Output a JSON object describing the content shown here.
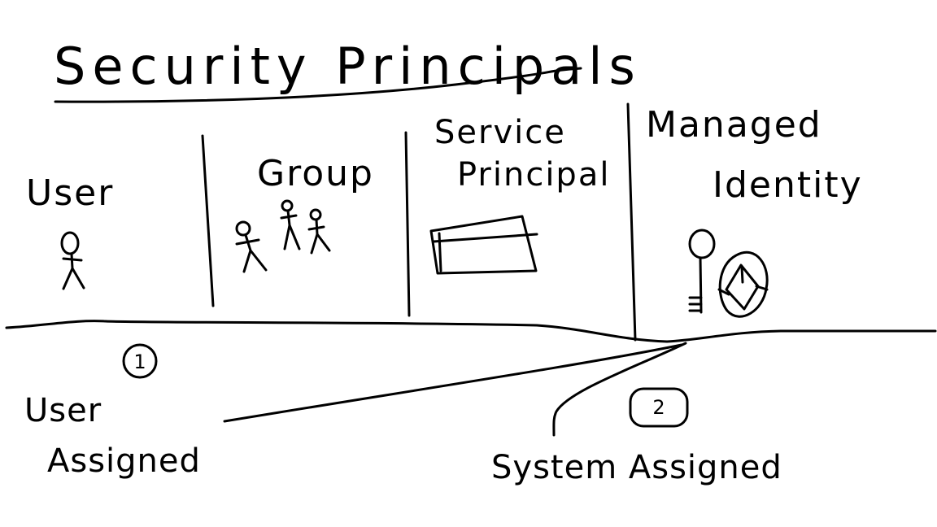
{
  "title": "Security Principals",
  "columns": {
    "user": "User",
    "group": "Group",
    "service_principal": {
      "line1": "Service",
      "line2": "Principal"
    },
    "managed_identity": {
      "line1": "Managed",
      "line2": "Identity"
    }
  },
  "branches": {
    "user_assigned": {
      "number": "1",
      "line1": "User",
      "line2": "Assigned"
    },
    "system_assigned": {
      "number": "2",
      "label": "System Assigned"
    }
  }
}
